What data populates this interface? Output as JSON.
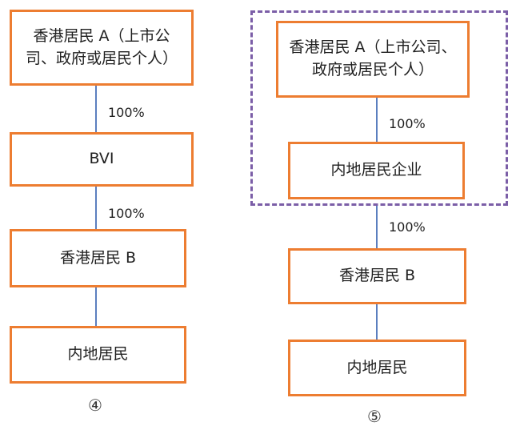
{
  "left": {
    "box1": "香港居民 A（上市公司、政府或居民个人）",
    "pct1": "100%",
    "box2": "BVI",
    "pct2": "100%",
    "box3": "香港居民 B",
    "box4": "内地居民",
    "label": "④"
  },
  "right": {
    "box1": "香港居民 A（上市公司、政府或居民个人）",
    "pct1": "100%",
    "box2": "内地居民企业",
    "pct2": "100%",
    "box3": "香港居民 B",
    "box4": "内地居民",
    "label": "⑤"
  },
  "colors": {
    "box_border": "#ed7d31",
    "connector": "#5b7fbf",
    "group_border": "#7b5ea7"
  }
}
